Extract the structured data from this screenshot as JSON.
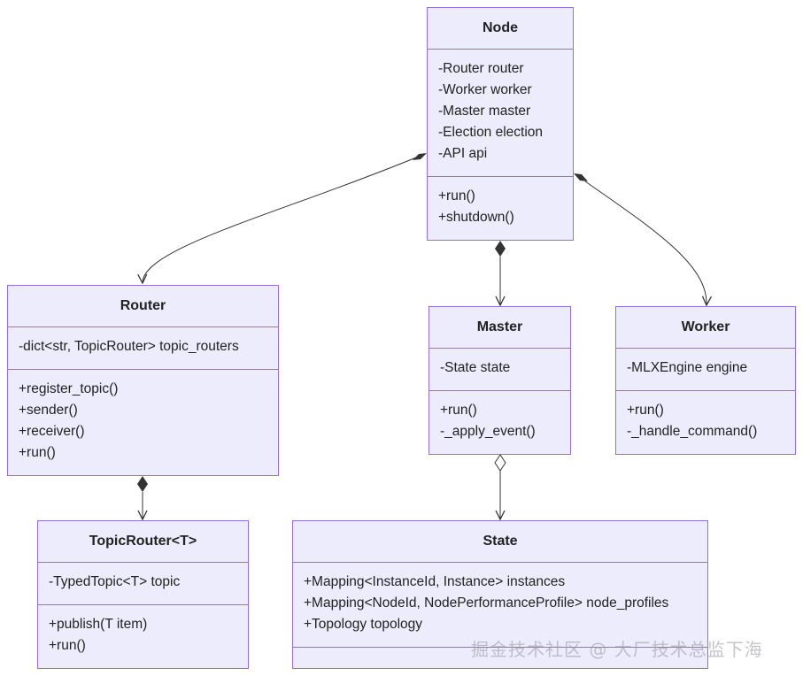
{
  "classes": {
    "node": {
      "name": "Node",
      "attributes": [
        "-Router router",
        "-Worker worker",
        "-Master master",
        "-Election election",
        "-API api"
      ],
      "methods": [
        "+run()",
        "+shutdown()"
      ]
    },
    "router": {
      "name": "Router",
      "attributes": [
        "-dict<str, TopicRouter> topic_routers"
      ],
      "methods": [
        "+register_topic()",
        "+sender()",
        "+receiver()",
        "+run()"
      ]
    },
    "master": {
      "name": "Master",
      "attributes": [
        "-State state"
      ],
      "methods": [
        "+run()",
        "-_apply_event()"
      ]
    },
    "worker": {
      "name": "Worker",
      "attributes": [
        "-MLXEngine engine"
      ],
      "methods": [
        "+run()",
        "-_handle_command()"
      ]
    },
    "topic_router": {
      "name": "TopicRouter<T>",
      "attributes": [
        "-TypedTopic<T> topic"
      ],
      "methods": [
        "+publish(T item)",
        "+run()"
      ]
    },
    "state": {
      "name": "State",
      "attributes": [
        "+Mapping<InstanceId, Instance> instances",
        "+Mapping<NodeId, NodePerformanceProfile> node_profiles",
        "+Topology topology"
      ],
      "methods": []
    }
  },
  "relations": [
    {
      "from": "Node",
      "to": "Router",
      "type": "composition"
    },
    {
      "from": "Node",
      "to": "Master",
      "type": "composition"
    },
    {
      "from": "Node",
      "to": "Worker",
      "type": "composition"
    },
    {
      "from": "Router",
      "to": "TopicRouter<T>",
      "type": "composition"
    },
    {
      "from": "Master",
      "to": "State",
      "type": "aggregation"
    }
  ],
  "watermark": "掘金技术社区 @ 大厂技术总监下海",
  "colors": {
    "fill": "#ececfd",
    "border": "#9370db",
    "edge": "#333333"
  }
}
